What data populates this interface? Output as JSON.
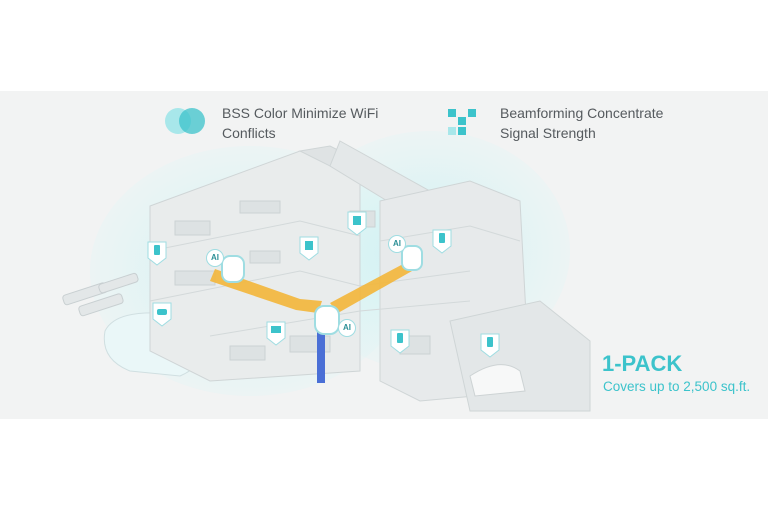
{
  "features": [
    {
      "icon": "bss-color-icon",
      "label": "BSS Color Minimize WiFi\nConflicts"
    },
    {
      "icon": "beamforming-icon",
      "label": "Beamforming Concentrate\nSignal Strength"
    }
  ],
  "pack": {
    "title": "1-PACK",
    "coverage": "Covers up to 2,500 sq.ft."
  },
  "devices": {
    "ai_label": "AI"
  },
  "colors": {
    "accent": "#3cc3cb",
    "link_yellow": "#f3b63a",
    "link_blue": "#4a6fd6",
    "background": "#f2f3f3"
  }
}
